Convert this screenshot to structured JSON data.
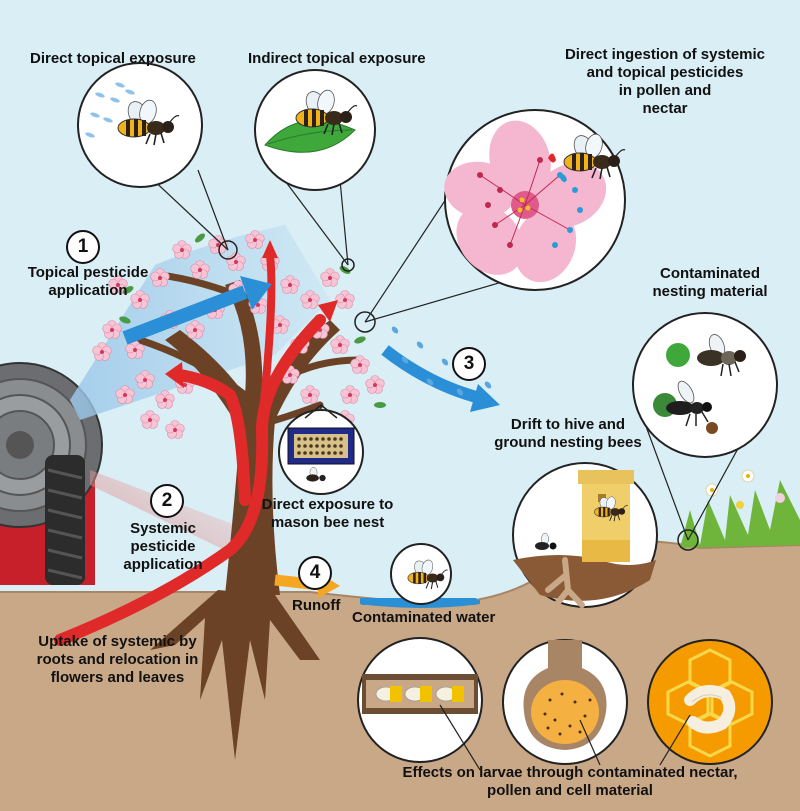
{
  "colors": {
    "sky": "#d9eef5",
    "soil": "#c9a888",
    "soil_dark": "#a88565",
    "trunk": "#6b4226",
    "systemic_arrow": "#e02a2a",
    "drift_arrow": "#2a8fd6",
    "runoff_arrow": "#f5a623",
    "spray": "#9cc8ea",
    "blossom": "#f7c4d5",
    "blossom_edge": "#d98aa3",
    "water": "#2b8fd6",
    "honeycomb": "#f59b00",
    "tractor_red": "#c8202a"
  },
  "icons": [
    "tractor-icon",
    "tree-icon",
    "bee-icon",
    "mason-bee-nest-icon",
    "beehive-icon",
    "leaf-icon",
    "flower-icon",
    "larva-icon",
    "honeycomb-icon",
    "spray-nozzle-icon"
  ],
  "labels": {
    "direct_topical": "Direct topical exposure",
    "indirect_topical": "Indirect topical exposure",
    "direct_ingestion": "Direct ingestion of systemic\nand topical pesticides\nin pollen and\nnectar",
    "topical_application": "Topical pesticide\napplication",
    "contaminated_nesting": "Contaminated\nnesting material",
    "drift": "Drift to hive and\nground nesting bees",
    "mason_nest": "Direct exposure to\nmason bee nest",
    "systemic_application": "Systemic\npesticide\napplication",
    "runoff": "Runoff",
    "contaminated_water": "Contaminated water",
    "uptake": "Uptake of systemic by\nroots and relocation in\nflowers and leaves",
    "larvae_effects": "Effects on larvae through contaminated nectar,\npollen and cell material"
  },
  "numbers": {
    "n1": "1",
    "n2": "2",
    "n3": "3",
    "n4": "4"
  }
}
